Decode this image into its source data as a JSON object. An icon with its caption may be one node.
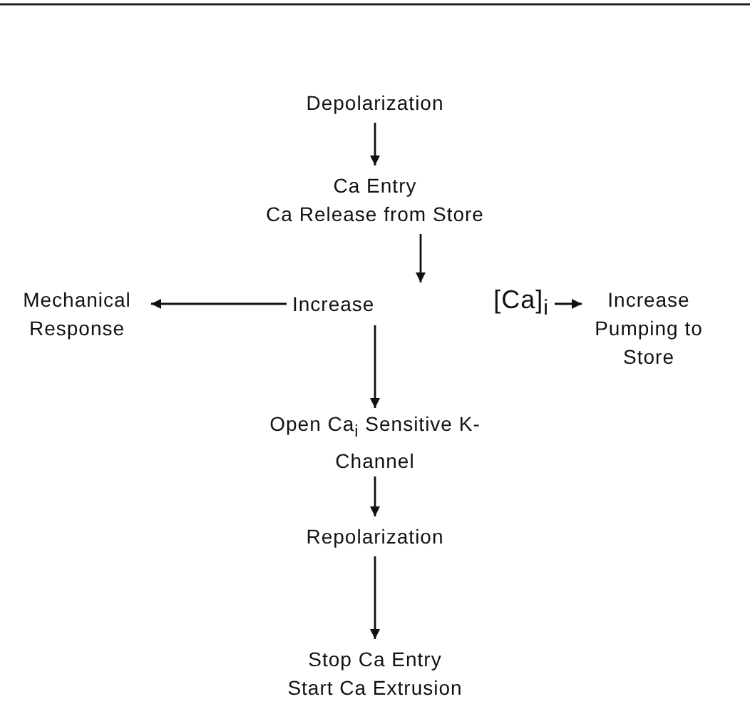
{
  "diagram": {
    "nodes": [
      {
        "text": [
          "Depolarization"
        ]
      },
      {
        "text": [
          "Ca Entry",
          "Ca Release from Store"
        ]
      },
      {
        "text": [
          "Increase",
          "[Ca]$_{i}$"
        ]
      },
      {
        "text": [
          "Mechanical Response"
        ]
      },
      {
        "text": [
          "Increase Pumping to Store"
        ]
      },
      {
        "text": [
          "Open Ca$_{i}$ Sensitive K-Channel"
        ]
      },
      {
        "text": [
          "Repolarization"
        ]
      },
      {
        "text": [
          "Stop Ca Entry",
          "Start Ca Extrusion"
        ]
      }
    ],
    "edges": [
      {
        "from": 0,
        "to": 1,
        "arrow": "to"
      },
      {
        "from": 1,
        "to": 2,
        "arrow": "to"
      },
      {
        "from": 2,
        "to": 3,
        "arrow": "to"
      },
      {
        "from": 2,
        "to": 4,
        "arrow": "to"
      },
      {
        "from": 2,
        "to": 5,
        "arrow": "to"
      },
      {
        "from": 5,
        "to": 6,
        "arrow": "to"
      },
      {
        "from": 6,
        "to": 7,
        "arrow": "to"
      }
    ]
  }
}
